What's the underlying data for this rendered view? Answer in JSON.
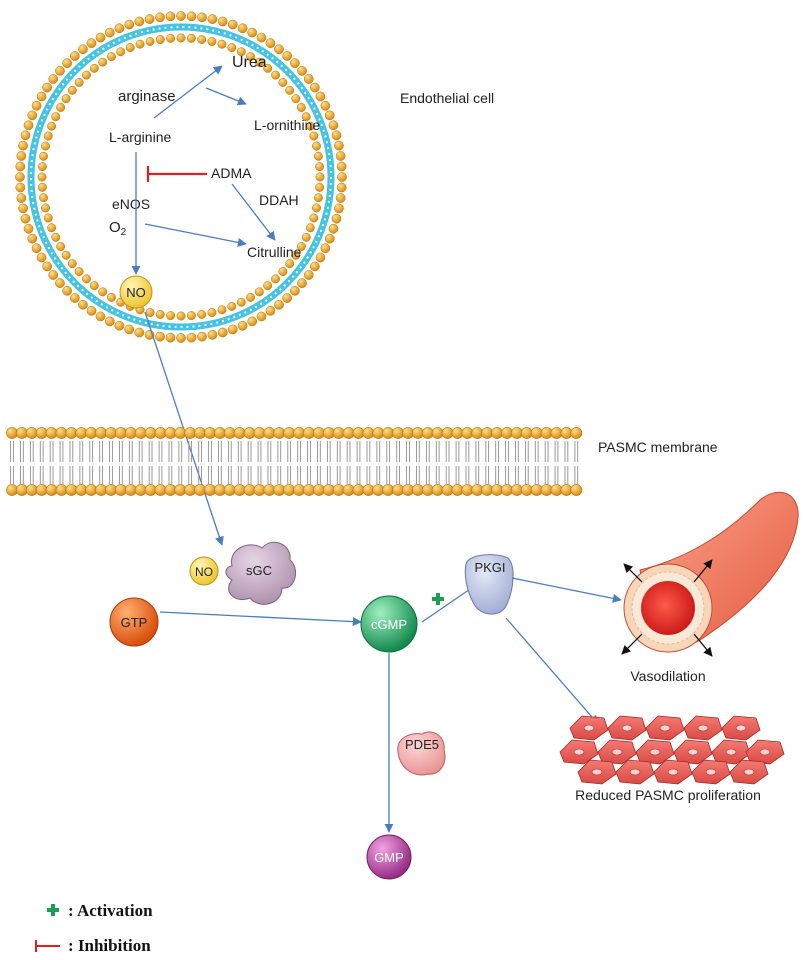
{
  "endothelial": {
    "cell_label": "Endothelial cell",
    "urea": "Urea",
    "arginase": "arginase",
    "l_ornithine": "L-ornithine",
    "l_arginine": "L-arginine",
    "adma": "ADMA",
    "ddah": "DDAH",
    "enos": "eNOS",
    "o2": "O",
    "o2_sub": "2",
    "citrulline": "Citrulline",
    "no": "NO"
  },
  "membrane": {
    "label": "PASMC membrane"
  },
  "pathway": {
    "no": "NO",
    "sgc": "sGC",
    "gtp": "GTP",
    "cgmp": "cGMP",
    "pkgi": "PKGI",
    "pde5": "PDE5",
    "gmp": "GMP",
    "vasodilation": "Vasodilation",
    "reduced_proliferation": "Reduced PASMC proliferation"
  },
  "legend": {
    "activation": ": Activation",
    "inhibition": ": Inhibition"
  },
  "colors": {
    "arrow": "#4a7dbf",
    "inhibition": "#e02020",
    "activation": "#1aa055",
    "lipid_head": "#e8a530",
    "membrane_cyan": "#44c3e3",
    "gtp": "#e8631c",
    "cgmp": "#2aa86e",
    "gmp": "#b43fa0",
    "no": "#f5d34a"
  }
}
